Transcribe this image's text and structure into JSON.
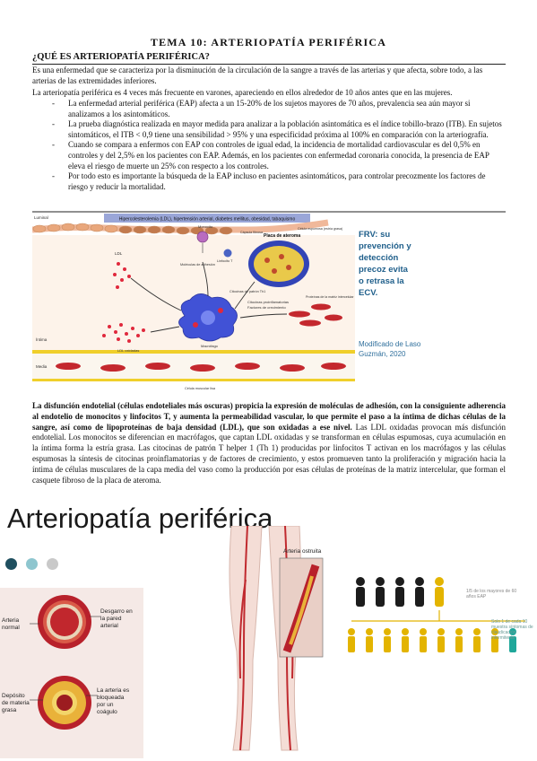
{
  "title": "TEMA 10: ARTERIOPATÍA PERIFÉRICA",
  "section_heading": "¿QUÉ ES ARTERIOPATÍA PERIFÉRICA?",
  "intro": [
    "Es una enfermedad que se caracteriza por la disminución de la circulación de la sangre a través de las arterias y que afecta, sobre todo, a las arterias de las extremidades inferiores.",
    "La arteriopatía periférica es 4 veces más frecuente en varones, apareciendo en ellos alrededor de 10 años antes que en las mujeres."
  ],
  "bullets": [
    {
      "dash": "-",
      "text": "La enfermedad arterial periférica (EAP) afecta a un 15-20% de los sujetos mayores de 70 años, prevalencia sea aún mayor si analizamos a los asintomáticos."
    },
    {
      "dash": "-",
      "text": "La prueba diagnóstica realizada en mayor medida para analizar a la población asintomática es el índice tobillo-brazo (ITB). En sujetos sintomáticos, el ITB < 0,9 tiene una sensibilidad > 95% y una especificidad próxima al 100% en comparación con la arteriografía."
    },
    {
      "dash": "-",
      "text": "Cuando se compara a enfermos con EAP con controles de igual edad, la incidencia de mortalidad cardiovascular es del 0,5% en controles y del 2,5% en los pacientes con EAP. Además, en los pacientes con enfermedad coronaria conocida, la presencia de EAP eleva el riesgo de muerte un 25% con respecto a los controles."
    },
    {
      "dash": "-",
      "text": "Por todo esto es importante la búsqueda de la EAP incluso en pacientes asintomáticos, para controlar precozmente los factores de riesgo y reducir la mortalidad."
    }
  ],
  "figure1": {
    "risk_bar": "Hipercolesterolemia (LDL), hipertensión arterial, diabetes mellitus, obesidad, tabaquismo",
    "layer_lumen": "Luminal",
    "layer_intima": "Íntima",
    "layer_media": "Media",
    "ldl": "LDL",
    "monocito": "Monocito",
    "moleculas": "Moléculas de adhesión",
    "linfocito": "Linfocito T",
    "capsula": "Cápsula fibrosa",
    "placa": "Placa de ateroma",
    "celula_espumosa": "Célula espumosa (estría grasa)",
    "citocinas_th1": "Citocinas de patrón Th1",
    "citocinas_pro": "Citocinas proinflamatorias",
    "factores": "Factores de crecimiento",
    "proteinas": "Proteínas de la matriz intercelular",
    "macrofago": "Macrófago",
    "ldl_oxidadas": "LDL oxidadas",
    "musculo": "Célula muscular lisa",
    "callout": "FRV: su prevención y detección precoz evita o retrasa la ECV.",
    "credit": "Modificado de Laso Guzmán, 2020"
  },
  "para2_bold": "La disfunción endotelial (células endoteliales más oscuras) propicia la expresión de moléculas de adhesión, con la consiguiente adherencia al endotelio de monocitos y linfocitos T, y aumenta la permeabilidad vascular, lo que permite el paso a la íntima de dichas células de la sangre, así como de lipoproteínas de baja densidad (LDL), que son oxidadas a ese nivel.",
  "para2_rest": " Las LDL oxidadas provocan más disfunción endotelial. Los monocitos se diferencian en macrófagos, que captan LDL oxidadas y se transforman en células espumosas, cuya acumulación en la íntima forma la estría grasa. Las citocinas de patrón T helper 1 (Th 1) producidas por linfocitos T activan en los macrófagos y las células espumosas la síntesis de citocinas proinflamatorias y de factores de crecimiento, y estos promueven tanto la proliferación y migración hacia la íntima de células musculares de la capa media del vaso como la producción por esas células de proteínas de la matriz intercelular, que forman el casquete fibroso de la placa de ateroma.",
  "figure2": {
    "title": "Arteriopatía periférica",
    "arteria_normal": "Arteria normal",
    "desgarro": "Desgarro en la pared arterial",
    "deposito": "Depósito de materia grasa",
    "bloqueada": "La arteria es bloqueada por un coágulo",
    "obstruida": "Arteria ostruita",
    "stat1": "1/5 de los mayores de 60 años EAP",
    "stat2": "Solo 1 de cada 10 muestra síntomas de claudicación intermitente",
    "colors": {
      "dark": "#1c1c1c",
      "accent": "#e3b400",
      "teal": "#1fa79a",
      "artery": "#b8212b"
    }
  }
}
